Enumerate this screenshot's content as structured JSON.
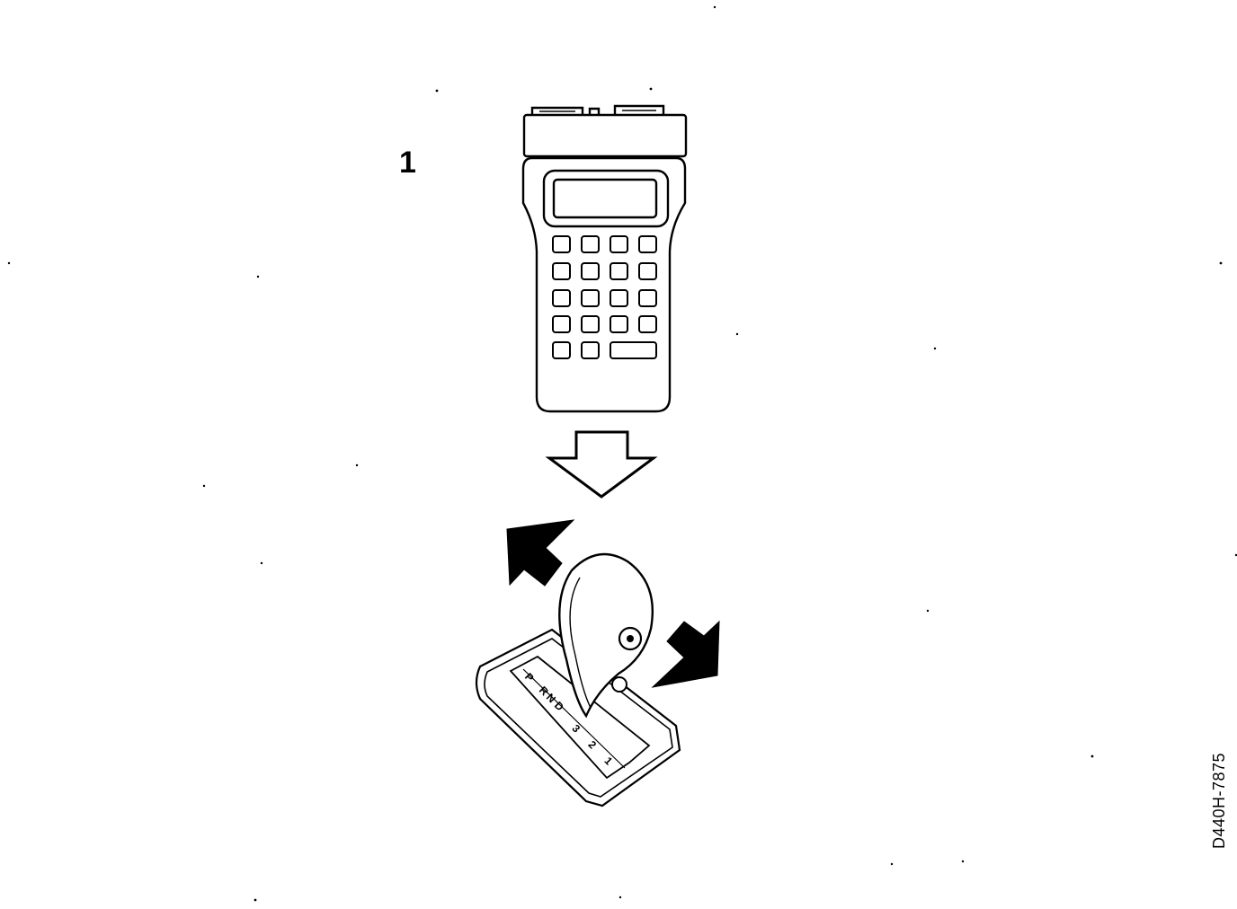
{
  "diagram": {
    "step_number": "1",
    "figure_code": "D440H-7875",
    "shift_positions": [
      "P",
      "R",
      "N",
      "D",
      "3",
      "2",
      "1"
    ],
    "ink_color": "#000000",
    "background_color": "#ffffff"
  }
}
